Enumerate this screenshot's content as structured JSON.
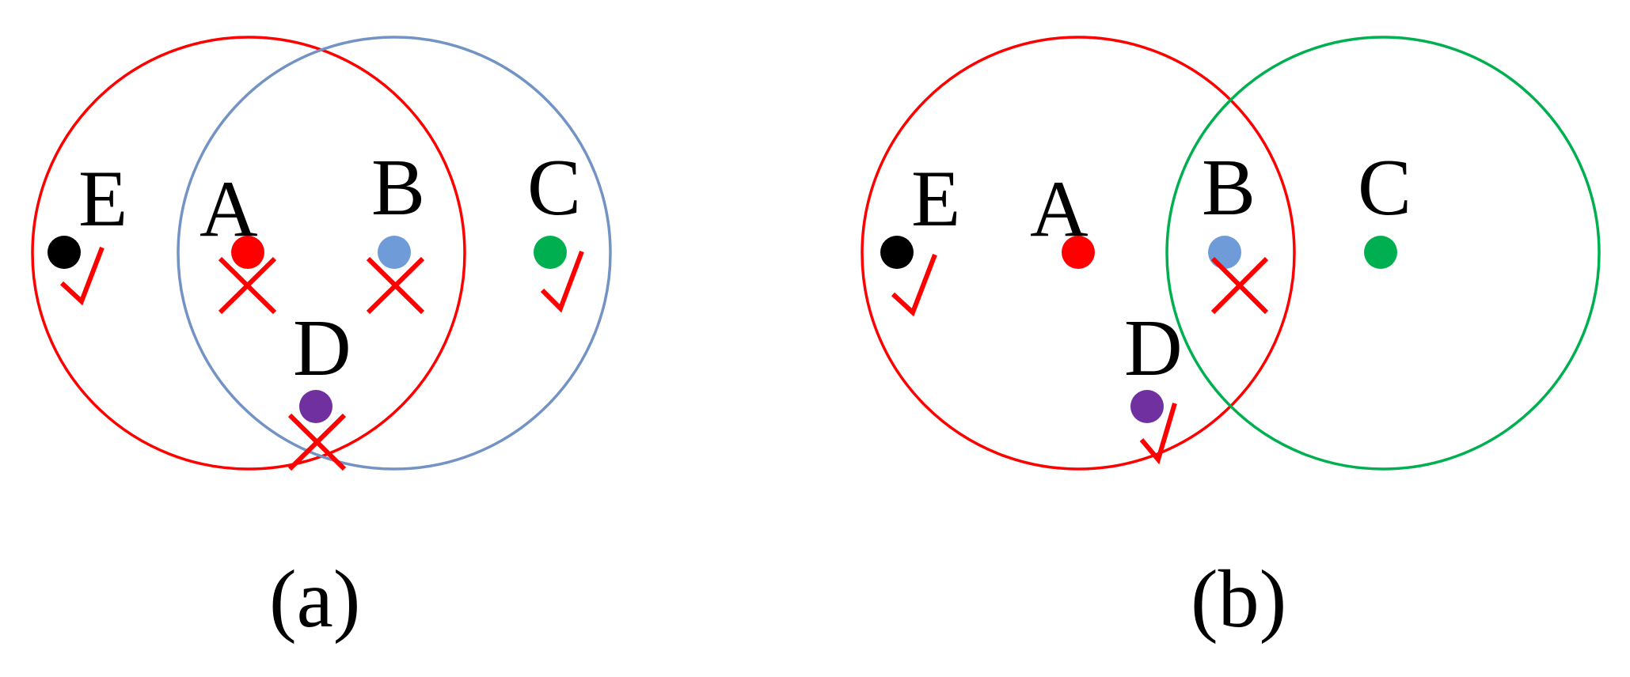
{
  "colors": {
    "red": "#ff0000",
    "blue": "#7293c4",
    "green": "#00b050",
    "black": "#000000",
    "point_red": "#ff0000",
    "point_blue": "#6f9bd8",
    "point_green": "#00b050",
    "point_purple": "#7030a0",
    "point_black": "#000000"
  },
  "panels": [
    {
      "caption": "(a)",
      "circles": [
        {
          "name": "circle-a",
          "color": "red"
        },
        {
          "name": "circle-b",
          "color": "blue"
        }
      ],
      "points": [
        {
          "label": "E",
          "color": "point_black",
          "mark": "check"
        },
        {
          "label": "A",
          "color": "point_red",
          "mark": "cross"
        },
        {
          "label": "B",
          "color": "point_blue",
          "mark": "cross"
        },
        {
          "label": "C",
          "color": "point_green",
          "mark": "check"
        },
        {
          "label": "D",
          "color": "point_purple",
          "mark": "cross"
        }
      ]
    },
    {
      "caption": "(b)",
      "circles": [
        {
          "name": "circle-a",
          "color": "red"
        },
        {
          "name": "circle-c",
          "color": "green"
        }
      ],
      "points": [
        {
          "label": "E",
          "color": "point_black",
          "mark": "check"
        },
        {
          "label": "A",
          "color": "point_red",
          "mark": "none"
        },
        {
          "label": "B",
          "color": "point_blue",
          "mark": "cross"
        },
        {
          "label": "C",
          "color": "point_green",
          "mark": "none"
        },
        {
          "label": "D",
          "color": "point_purple",
          "mark": "check"
        }
      ]
    }
  ]
}
